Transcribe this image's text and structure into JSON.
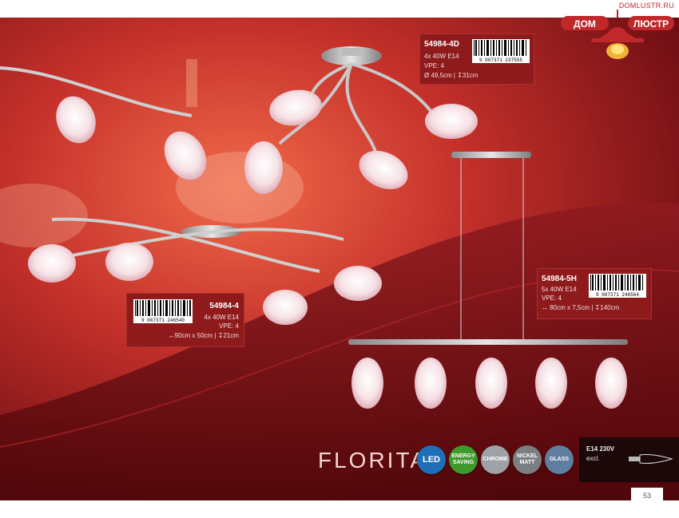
{
  "site": "DOMLUSTR.RU",
  "logo": {
    "left_word": "ДОМ",
    "right_word": "ЛЮСТР",
    "color": "#c0282a"
  },
  "products": [
    {
      "code": "54984-4D",
      "barcode_digits": "9 007371 237555",
      "lines": [
        "4x 40W E14",
        "VPE: 4",
        "Ø 49,5cm | ↧31cm"
      ]
    },
    {
      "code": "54984-4",
      "barcode_digits": "9 007371 246540",
      "lines": [
        "4x 40W E14",
        "VPE: 4",
        "↔90cm x 50cm | ↧21cm"
      ]
    },
    {
      "code": "54984-5H",
      "barcode_digits": "9 007371 246564",
      "lines": [
        "5x 40W E14",
        "VPE: 4",
        "↔ 80cm x 7,5cm | ↧140cm"
      ]
    }
  ],
  "series_name": "FLORITA",
  "badges": [
    {
      "top": "LED",
      "bottom": "",
      "color": "#1f6fb8",
      "icon": "led-icon"
    },
    {
      "top": "ENERGY",
      "bottom": "SAVING",
      "color": "#3e9a2c",
      "icon": "energy-saving-icon"
    },
    {
      "top": "CHROME",
      "bottom": "",
      "color": "#9ea2a6",
      "icon": "chrome-icon"
    },
    {
      "top": "NICKEL",
      "bottom": "MATT",
      "color": "#7c7f82",
      "icon": "nickel-matt-icon"
    },
    {
      "top": "GLASS",
      "bottom": "",
      "color": "#5e7fa0",
      "icon": "glass-icon"
    }
  ],
  "bulb_info": {
    "line1": "E14 230V",
    "line2": "excl."
  },
  "page_number": "53"
}
